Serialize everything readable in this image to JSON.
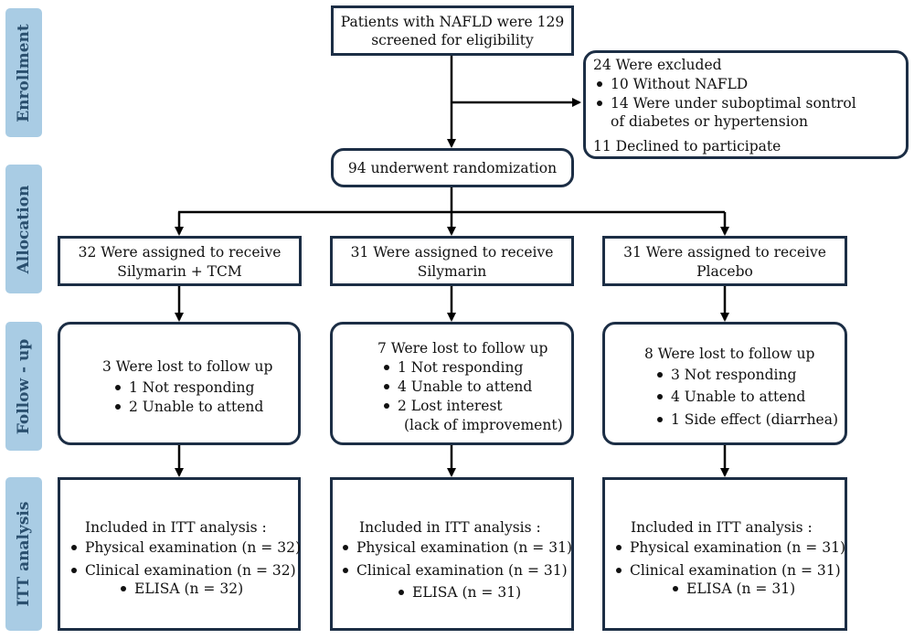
{
  "phases": {
    "enrollment": "Enrollment",
    "allocation": "Allocation",
    "followup": "Follow - up",
    "itt": "ITT analysis"
  },
  "screening": {
    "line1": "Patients with NAFLD were 129",
    "line2": "screened for eligibility"
  },
  "excluded": {
    "title": "24 Were excluded",
    "items": [
      "10 Without NAFLD",
      "14 Were under suboptimal sontrol",
      "of diabetes or hypertension"
    ],
    "declined": "11 Declined to participate"
  },
  "randomization": "94 underwent randomization",
  "arms": [
    {
      "assign_line1": "32 Were assigned to receive",
      "assign_line2": "Silymarin + TCM",
      "lost_title": "3 Were lost to follow up",
      "lost_items": [
        "1 Not responding",
        "2 Unable to attend"
      ],
      "itt_title": "Included in ITT analysis :",
      "itt_items": [
        "Physical examination (n = 32)",
        "Clinical examination (n = 32)",
        "ELISA (n = 32)"
      ]
    },
    {
      "assign_line1": "31 Were assigned to receive",
      "assign_line2": "Silymarin",
      "lost_title": "7 Were lost to follow up",
      "lost_items": [
        "1 Not responding",
        "4 Unable to attend",
        "2 Lost interest",
        "(lack of improvement)"
      ],
      "itt_title": "Included in ITT analysis :",
      "itt_items": [
        "Physical examination (n = 31)",
        "Clinical examination (n = 31)",
        "ELISA (n = 31)"
      ]
    },
    {
      "assign_line1": "31 Were assigned to receive",
      "assign_line2": "Placebo",
      "lost_title": "8 Were lost to follow up",
      "lost_items": [
        "3 Not responding",
        "4 Unable to attend",
        "1 Side effect (diarrhea)"
      ],
      "itt_title": "Included in ITT analysis :",
      "itt_items": [
        "Physical examination (n = 31)",
        "Clinical examination (n = 31)",
        "ELISA (n = 31)"
      ]
    }
  ],
  "colors": {
    "phase_fill": "#a9cce4",
    "phase_text": "#2a4f6e",
    "box_border": "#1c2e45",
    "connector": "#000000"
  }
}
